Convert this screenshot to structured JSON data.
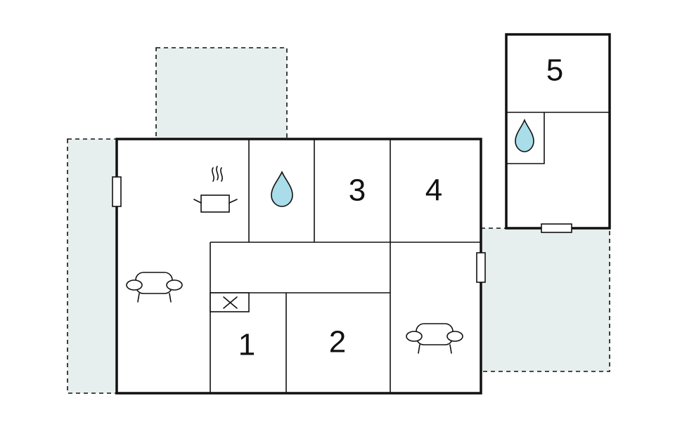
{
  "rooms": [
    {
      "label": "1"
    },
    {
      "label": "2"
    },
    {
      "label": "3"
    },
    {
      "label": "4"
    },
    {
      "label": "5"
    }
  ],
  "colors": {
    "terrace_fill": "#e7eeee",
    "water_drop": "#a8dde9",
    "line": "#111111"
  },
  "icons": [
    "sofa-icon",
    "sofa-icon",
    "cooking-pot-icon",
    "water-drop-icon",
    "water-drop-icon",
    "stove-hob-icon"
  ]
}
